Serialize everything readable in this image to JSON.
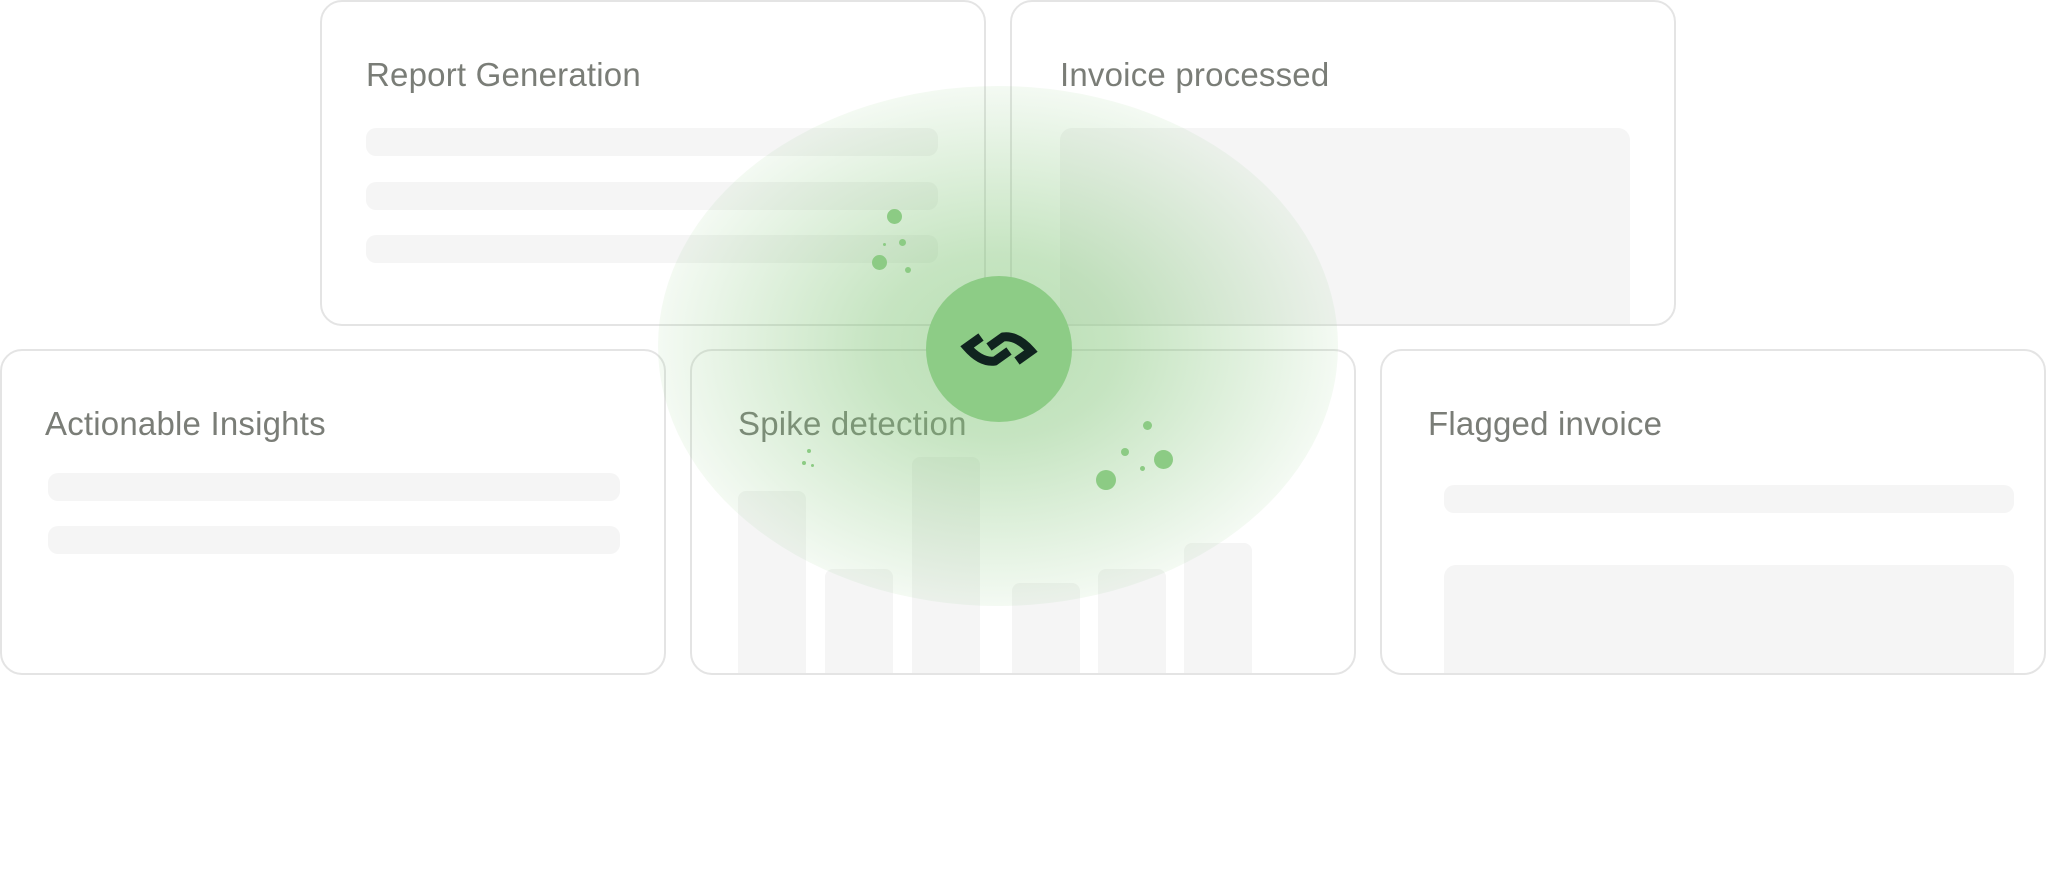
{
  "cards": {
    "report": {
      "title": "Report Generation"
    },
    "invoice_processed": {
      "title": "Invoice processed"
    },
    "insights": {
      "title": "Actionable Insights"
    },
    "spike": {
      "title": "Spike detection"
    },
    "flagged": {
      "title": "Flagged invoice"
    }
  },
  "hub": {
    "icon": "sync-link-icon"
  },
  "colors": {
    "accent_green": "#8dcc86",
    "glow_green": "#80c476",
    "icon_dark": "#10231f",
    "card_border": "#e4e4e4",
    "skeleton": "#f5f5f5",
    "title_text": "#7a7d77"
  }
}
